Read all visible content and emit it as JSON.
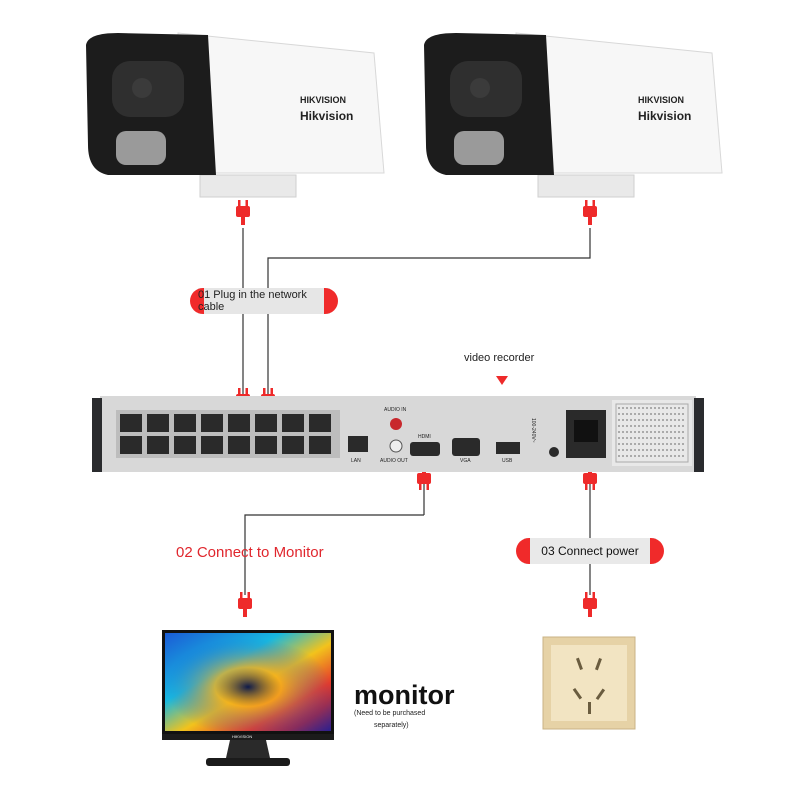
{
  "cameras": [
    {
      "brand_logo": "HIKVISION",
      "brand_name": "Hikvision"
    },
    {
      "brand_logo": "HIKVISION",
      "brand_name": "Hikvision"
    }
  ],
  "steps": {
    "step1": "01 Plug in the network cable",
    "step2": "02 Connect to Monitor",
    "step3": "03 Connect power"
  },
  "recorder": {
    "title": "video recorder",
    "port_labels": {
      "lan": "LAN",
      "audio_in": "AUDIO IN",
      "audio_out": "AUDIO OUT",
      "hdmi": "HDMI",
      "vga": "VGA",
      "usb": "USB",
      "power": "100-240V~"
    }
  },
  "monitor": {
    "title": "monitor",
    "note_line1": "(Need to be purchased",
    "note_line2": "separately)",
    "brand": "HIKVISION"
  },
  "colors": {
    "accent_red": "#e0262d",
    "cable": "#333333",
    "recorder_body": "#2a2b2e",
    "panel": "#d9d9d9",
    "wall_plate": "#e6d2a6"
  }
}
